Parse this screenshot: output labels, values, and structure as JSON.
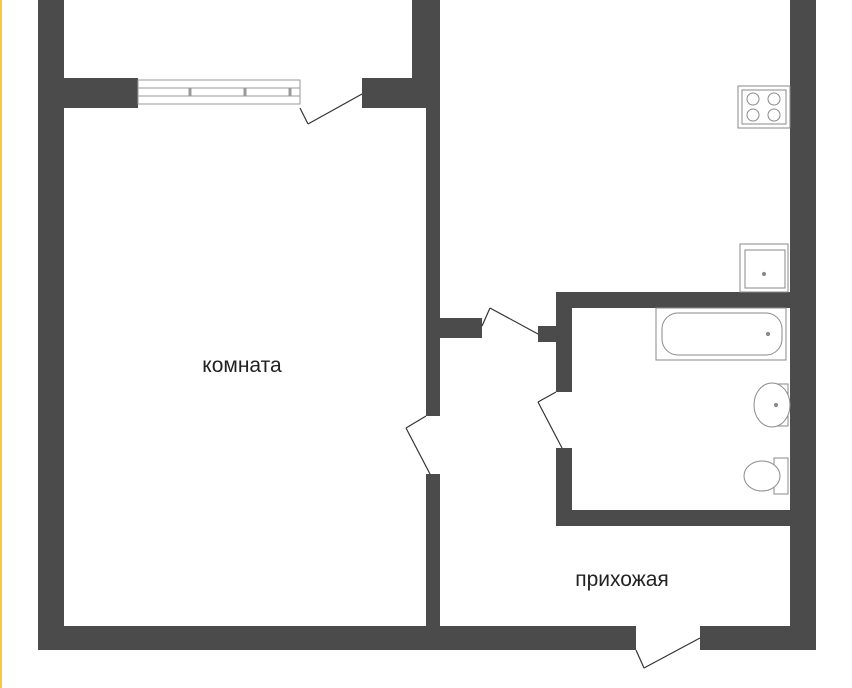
{
  "plan": {
    "colors": {
      "wall": "#4b4b4b",
      "background": "#ffffff",
      "accent_border": "#f3c94c",
      "fixture_stroke": "#8a8a8a",
      "window_stroke": "#9a9a9a"
    },
    "rooms": [
      {
        "id": "room",
        "label": "комната"
      },
      {
        "id": "hallway",
        "label": "прихожая"
      }
    ],
    "fixtures": [
      "stove-icon",
      "sink-icon",
      "bathtub-icon",
      "washbasin-icon",
      "toilet-icon"
    ]
  }
}
